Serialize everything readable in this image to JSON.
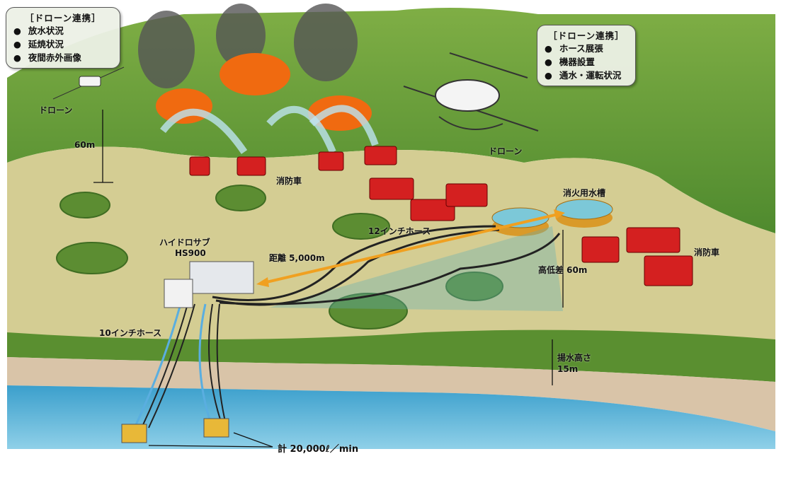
{
  "callout_left": {
    "title": "［ドローン連携］",
    "items": [
      "放水状況",
      "延焼状況",
      "夜間赤外画像"
    ]
  },
  "callout_right": {
    "title": "［ドローン連携］",
    "items": [
      "ホース展張",
      "機器設置",
      "通水・運転状況"
    ]
  },
  "labels": {
    "drone_left": "ドローン",
    "drone_height": "60m",
    "fire_trucks_top": "消防車",
    "hose_12": "12インチホース",
    "water_tanks": "消火用水槽",
    "hydrosub_name": "ハイドロサブ",
    "hydrosub_model": "HS900",
    "distance": "距離 5,000m",
    "elevation_diff": "高低差 60m",
    "fire_trucks_right": "消防車",
    "hose_10": "10インチホース",
    "lift_height_label": "揚水高さ",
    "lift_height_value": "15m",
    "drone_right": "ドローン",
    "total_flow": "計 20,000ℓ／min"
  },
  "colors": {
    "distance_arrow": "#f0a020",
    "hill": "#6a9a3a",
    "plain": "#d6cf97",
    "water": "#4aa8d0",
    "sand": "#d9c4a8"
  }
}
